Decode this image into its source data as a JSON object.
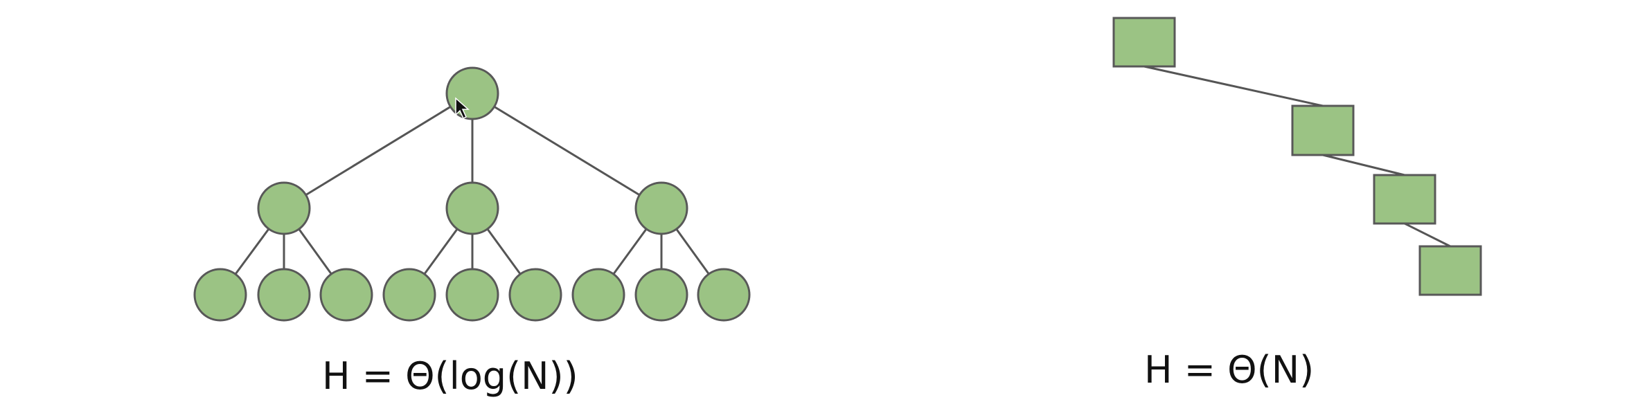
{
  "colors": {
    "node_fill": "#9bc384",
    "node_stroke": "#585858",
    "edge": "#555555",
    "background": "#ffffff"
  },
  "diagrams": [
    {
      "name": "balanced-tree",
      "caption": "H = Θ(log(N))",
      "levels": [
        1,
        3,
        9
      ]
    },
    {
      "name": "spindly-chain",
      "caption": "H = Θ(N)",
      "node_count": 4
    }
  ]
}
